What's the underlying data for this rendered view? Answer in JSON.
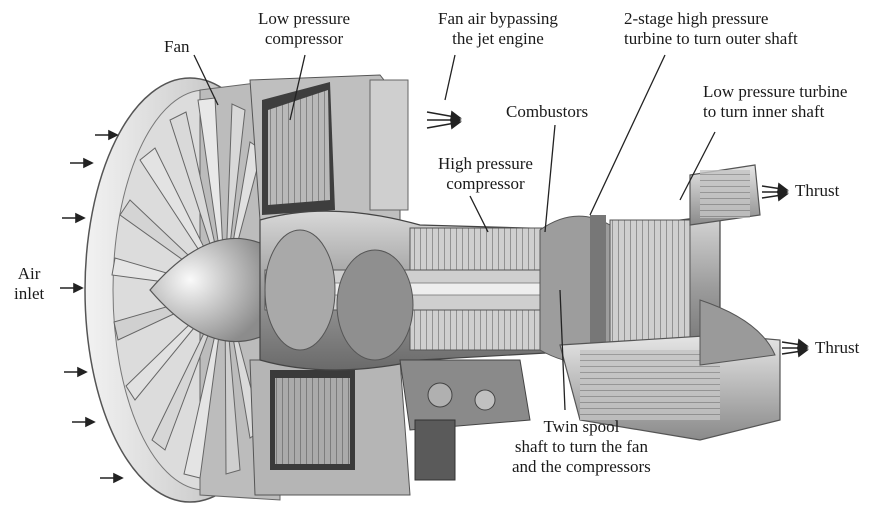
{
  "labels": {
    "fan": "Fan",
    "low_pressure_compressor": "Low pressure\ncompressor",
    "fan_air_bypass": "Fan air bypassing\nthe jet engine",
    "hp_turbine": "2-stage high pressure\nturbine to turn outer shaft",
    "combustors": "Combustors",
    "lp_turbine": "Low pressure turbine\nto turn inner shaft",
    "hp_compressor": "High pressure\ncompressor",
    "thrust_upper": "Thrust",
    "air_inlet": "Air\ninlet",
    "thrust_lower": "Thrust",
    "twin_spool": "Twin spool\nshaft to turn the fan\nand the compressors"
  },
  "colors": {
    "metal_light": "#e4e4e4",
    "metal_mid": "#bdbdbd",
    "metal_dark": "#6e6e6e",
    "ink": "#1a1a1a"
  }
}
